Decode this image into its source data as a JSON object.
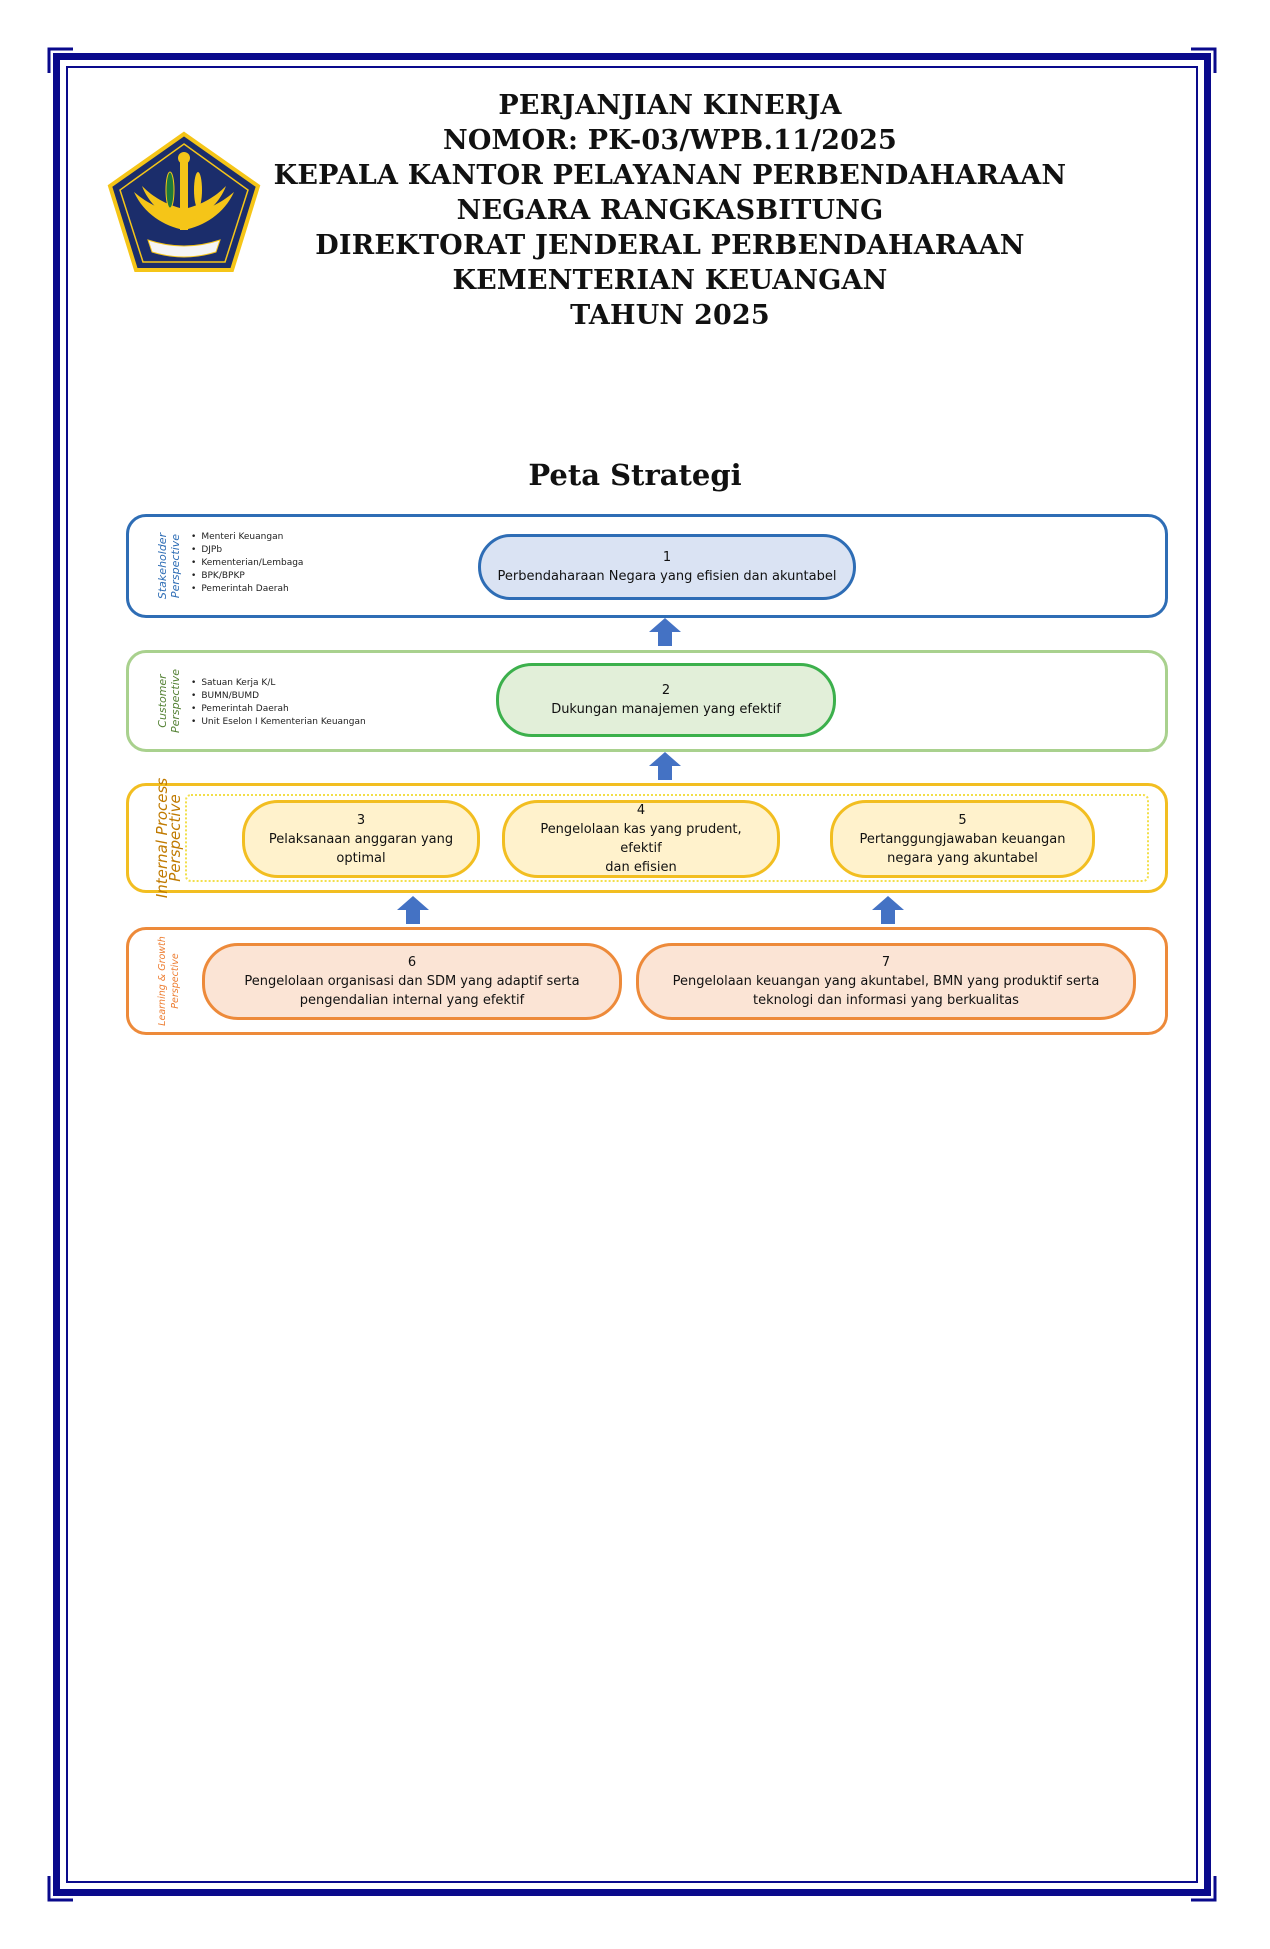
{
  "header": {
    "lines": [
      "PERJANJIAN KINERJA",
      "NOMOR: PK-03/WPB.11/2025",
      "KEPALA KANTOR PELAYANAN PERBENDAHARAAN",
      "NEGARA RANGKASBITUNG",
      "DIREKTORAT JENDERAL PERBENDAHARAAN",
      "KEMENTERIAN KEUANGAN",
      "TAHUN 2025"
    ]
  },
  "logo": {
    "icon": "kemenkeu-emblem-icon",
    "colors": {
      "navy": "#1b2d6b",
      "gold": "#f5c518",
      "green": "#1f7a3a"
    }
  },
  "map_title": "Peta Strategi",
  "perspectives": {
    "stakeholder": {
      "label_line1": "Stakeholder",
      "label_line2": "Perspective",
      "color": "#2e6db5",
      "bullets": [
        "Menteri Keuangan",
        "DJPb",
        "Kementerian/Lembaga",
        "BPK/BPKP",
        "Pemerintah Daerah"
      ]
    },
    "customer": {
      "label_line1": "Customer",
      "label_line2": "Perspective",
      "color": "#a9d18e",
      "bullets": [
        "Satuan Kerja K/L",
        "BUMN/BUMD",
        "Pemerintah Daerah",
        "Unit Eselon I Kementerian Keuangan"
      ]
    },
    "internal": {
      "label_line1": "Internal  Process",
      "label_line2": "Perspective",
      "color": "#f2be21"
    },
    "learning": {
      "label_line1": "Learning &  Growth",
      "label_line2": "Perspective",
      "color": "#ed8a3a"
    }
  },
  "objectives": [
    {
      "number": "1",
      "text": "Perbendaharaan Negara yang efisien dan akuntabel"
    },
    {
      "number": "2",
      "text": "Dukungan manajemen yang efektif"
    },
    {
      "number": "3",
      "text_line1": "Pelaksanaan anggaran yang",
      "text_line2": "optimal"
    },
    {
      "number": "4",
      "text_line1": "Pengelolaan kas yang prudent, efektif",
      "text_line2": "dan efisien"
    },
    {
      "number": "5",
      "text_line1": "Pertanggungjawaban keuangan",
      "text_line2": "negara yang akuntabel"
    },
    {
      "number": "6",
      "text_line1": "Pengelolaan organisasi dan SDM yang adaptif serta",
      "text_line2": "pengendalian internal yang efektif"
    },
    {
      "number": "7",
      "text_line1": "Pengelolaan keuangan yang akuntabel, BMN yang produktif serta",
      "text_line2": "teknologi dan informasi yang berkualitas"
    }
  ],
  "arrows": {
    "icon": "up-arrow-icon",
    "color": "#4472c4"
  },
  "page_border": {
    "color": "#0a0a8c"
  }
}
